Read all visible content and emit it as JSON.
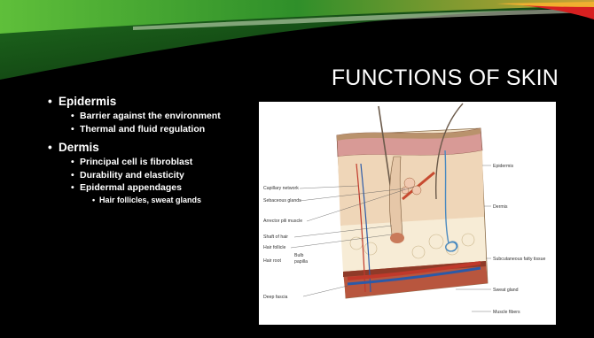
{
  "slide": {
    "title": "FUNCTIONS OF SKIN",
    "bullets": [
      {
        "label": "Epidermis",
        "subitems": [
          {
            "label": "Barrier against the environment"
          },
          {
            "label": "Thermal and fluid regulation"
          }
        ]
      },
      {
        "label": "Dermis",
        "subitems": [
          {
            "label": "Principal cell is fibroblast"
          },
          {
            "label": "Durability and elasticity"
          },
          {
            "label": "Epidermal appendages",
            "subitems": [
              {
                "label": "Hair follicles, sweat glands"
              }
            ]
          }
        ]
      }
    ]
  },
  "figure": {
    "left_labels": {
      "capillary": "Capillary network",
      "sebaceous": "Sebaceous glands",
      "arrector": "Arrector pili muscle",
      "shaft": "Shaft of hair",
      "follicle": "Hair follicle",
      "root": "Hair root",
      "bulb": "Bulb",
      "papilla": "papilla",
      "fascia": "Deep fascia"
    },
    "right_labels": {
      "epidermis": "Epidermis",
      "dermis": "Dermis",
      "subcutaneous": "Subcutaneous fatty tissue",
      "sweat": "Sweat gland",
      "muscle": "Muscle fibers"
    }
  },
  "theme": {
    "background": "#000000",
    "swoosh_green": "#2e9b2e",
    "swoosh_accent": "#e8a020",
    "text": "#ffffff"
  }
}
